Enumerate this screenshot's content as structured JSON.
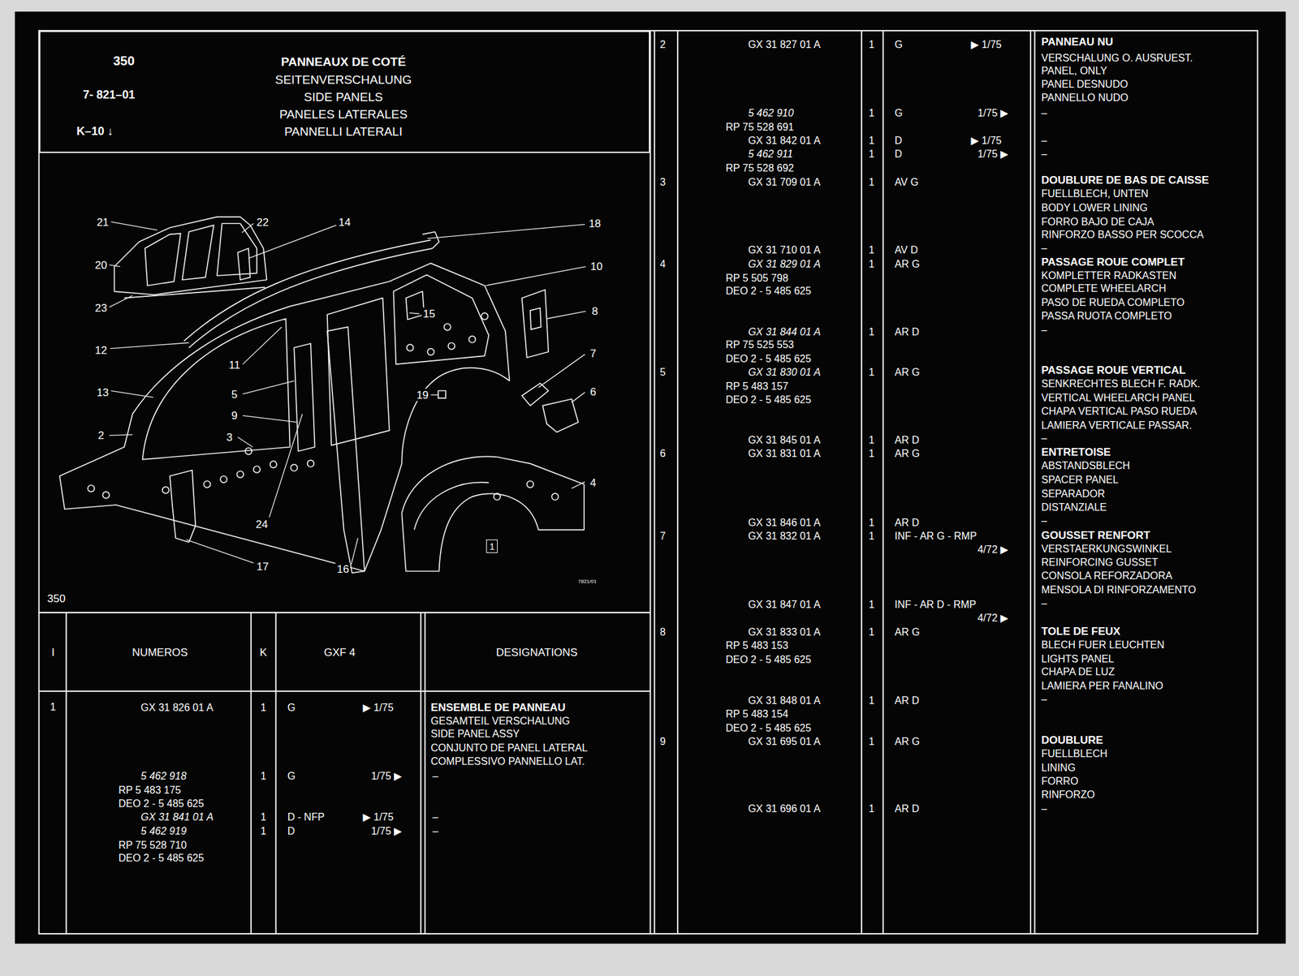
{
  "diagram": {
    "nodes": [
      {
        "text": [
          "350",
          "7- 821–01",
          "K–10 ↓",
          "PANNEAUX DE COTÉ",
          "SEITENVERSCHALUNG",
          "SIDE PANELS",
          "PANELES LATERALES",
          "PANNELLI LATERALI"
        ]
      },
      {
        "text": [
          "1"
        ]
      }
    ],
    "labels": [
      "21",
      "22",
      "14",
      "18",
      "20",
      "10",
      "23",
      "8",
      "15",
      "12",
      "7",
      "11",
      "13",
      "6",
      "5",
      "19",
      "9",
      "2",
      "3",
      "4",
      "24",
      "17",
      "16",
      "7821/01",
      "350",
      "I",
      "NUMEROS",
      "K",
      "GXF 4",
      "DESIGNATIONS",
      "1",
      "GX 31 826 01 A",
      "1",
      "G",
      "▶ 1/75",
      "ENSEMBLE DE PANNEAU",
      "GESAMTEIL VERSCHALUNG",
      "SIDE PANEL ASSY",
      "CONJUNTO DE PANEL LATERAL",
      "COMPLESSIVO PANNELLO LAT.",
      "5 462 918",
      "1",
      "G",
      "1/75 ▶",
      "–",
      "RP 5 483 175",
      "DEO 2 - 5 485 625",
      "GX 31 841 01 A",
      "1",
      "D - NFP",
      "▶ 1/75",
      "–",
      "5 462 919",
      "1",
      "D",
      "1/75 ▶",
      "–",
      "RP 75 528 710",
      "DEO 2 - 5 485 625",
      "2",
      "GX 31 827 01 A",
      "1",
      "G",
      "▶ 1/75",
      "PANNEAU NU",
      "VERSCHALUNG O. AUSRUEST.",
      "PANEL, ONLY",
      "PANEL DESNUDO",
      "PANNELLO NUDO",
      "5 462 910",
      "1",
      "G",
      "1/75 ▶",
      "–",
      "RP 75 528 691",
      "GX 31 842 01 A",
      "1",
      "D",
      "▶ 1/75",
      "–",
      "5 462 911",
      "1",
      "D",
      "1/75 ▶",
      "–",
      "RP 75 528 692",
      "3",
      "GX 31 709 01 A",
      "1",
      "AV G",
      "DOUBLURE DE BAS DE CAISSE",
      "FUELLBLECH, UNTEN",
      "BODY LOWER LINING",
      "FORRO BAJO DE CAJA",
      "RINFORZO BASSO PER SCOCCA",
      "–",
      "GX 31 710 01 A",
      "1",
      "AV D",
      "4",
      "GX 31 829 01 A",
      "1",
      "AR G",
      "PASSAGE ROUE COMPLET",
      "KOMPLETTER RADKASTEN",
      "COMPLETE WHEELARCH",
      "PASO DE RUEDA COMPLETO",
      "PASSA RUOTA COMPLETO",
      "–",
      "RP 5 505 798",
      "DEO 2 - 5 485 625",
      "GX 31 844 01 A",
      "1",
      "AR D",
      "RP 75 525 553",
      "DEO 2 - 5 485 625",
      "5",
      "GX 31 830 01 A",
      "1",
      "AR G",
      "PASSAGE ROUE VERTICAL",
      "SENKRECHTES BLECH F. RADK.",
      "VERTICAL WHEELARCH PANEL",
      "CHAPA VERTICAL PASO RUEDA",
      "LAMIERA VERTICALE PASSAR.",
      "–",
      "RP 5 483 157",
      "DEO 2 - 5 485 625",
      "GX 31 845 01 A",
      "1",
      "AR D",
      "6",
      "GX 31 831 01 A",
      "1",
      "AR G",
      "ENTRETOISE",
      "ABSTANDSBLECH",
      "SPACER PANEL",
      "SEPARADOR",
      "DISTANZIALE",
      "–",
      "GX 31 846 01 A",
      "1",
      "AR D",
      "7",
      "GX 31 832 01 A",
      "1",
      "INF - AR G - RMP",
      "4/72 ▶",
      "GOUSSET RENFORT",
      "VERSTAERKUNGSWINKEL",
      "REINFORCING GUSSET",
      "CONSOLA REFORZADORA",
      "MENSOLA DI RINFORZAMENTO",
      "–",
      "GX 31 847 01 A",
      "1",
      "INF - AR D - RMP",
      "4/72 ▶",
      "8",
      "GX 31 833 01 A",
      "1",
      "AR G",
      "TOLE DE FEUX",
      "BLECH FUER LEUCHTEN",
      "LIGHTS PANEL",
      "CHAPA DE LUZ",
      "LAMIERA PER FANALINO",
      "–",
      "RP 5 483 153",
      "DEO 2 - 5 485 625",
      "GX 31 848 01 A",
      "1",
      "AR D",
      "RP 5 483 154",
      "DEO 2 - 5 485 625",
      "9",
      "GX 31 695 01 A",
      "1",
      "AR G",
      "DOUBLURE",
      "FUELLBLECH",
      "LINING",
      "FORRO",
      "RINFORZO",
      "–",
      "GX 31 696 01 A",
      "1",
      "AR D"
    ]
  }
}
